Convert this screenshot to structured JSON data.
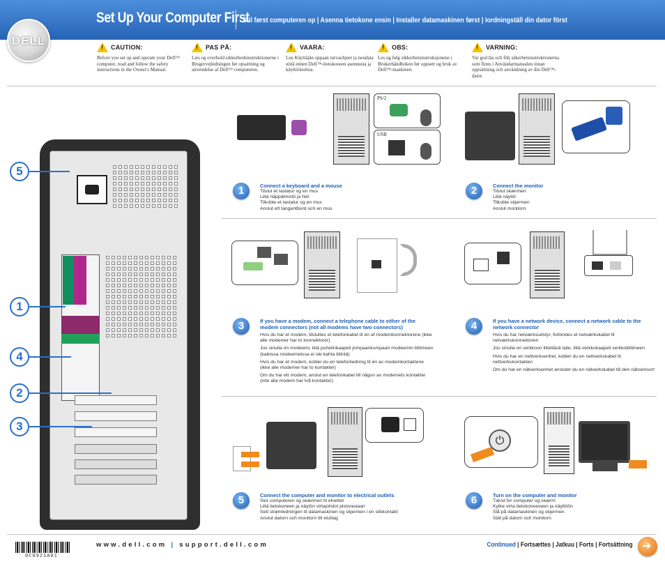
{
  "header": {
    "logo_text": "DELL",
    "title": "Set Up Your Computer First",
    "subtitle": "Stil først computeren op | Asenna tietokone ensin | Installer datamaskinen først | Iordningställ din dator först"
  },
  "cautions": [
    {
      "label": "CAUTION:",
      "body": "Before you set up and operate your Dell™ computer, read and follow the safety instructions in the Owner's Manual."
    },
    {
      "label": "PAS PÅ:",
      "body": "Læs og overhold sikkerhedsinstruktionerne i Brugervejledningen før opsætning og anvendelse af Dell™ computeren."
    },
    {
      "label": "VAARA:",
      "body": "Lue Käyttäjän oppaan turvaohjeet ja noudata niitä ennen Dell™-tietokoneen asennusta ja käyttöönottoa."
    },
    {
      "label": "OBS:",
      "body": "Les og følg sikkerhetsinstruksjonene i Brukerhåndboken før oppsett og bruk av Dell™-maskinen."
    },
    {
      "label": "VARNING:",
      "body": "Var god läs och följ säkerhetsinstruktionerna som finns i Användarmanualen innan uppsättning och användning av din Dell™-dator."
    }
  ],
  "callouts": [
    "5",
    "1",
    "4",
    "2",
    "3"
  ],
  "connector_labels": {
    "ps2": "PS/2",
    "usb": "USB"
  },
  "steps": [
    {
      "num": "1",
      "title": "Connect a keyboard and a mouse",
      "lines": [
        "Tilslut et tastatur og en mus",
        "Liitä näppäimistö ja hiiri",
        "Tilkoble et tastatur og en mus",
        "Anslut ett tangentbord och en mus"
      ]
    },
    {
      "num": "2",
      "title": "Connect the monitor",
      "lines": [
        "Tilslut skærmen",
        "Liitä näyttö",
        "Tilkoble skjermen",
        "Anslut monitorn"
      ]
    },
    {
      "num": "3",
      "title": "If you have a modem, connect a telephone cable to either of the modem connectors (not all modems have two connectors)",
      "lines": [
        "Hvis du har et modem, tilsluttes et telefonkabel til én af modemkonnektorene (ikke alle modemer har to konnektorer)",
        "Jos sinulla on modeemi, liitä puhelinkaapeli jompaankumpaan modeemin liittimeen (kaikissa modeemeissa ei ole kahta liitintä)",
        "Hvis du har et modem, kobler du en telefonledning til én av modemkontaktene (ikke alle modemer har to kontakter)",
        "Om du har ett modem, anslut en telefonkabel till någon av modemets kontakter (inte alla modem har två kontakter)"
      ]
    },
    {
      "num": "4",
      "title": "If you have a network device, connect a network cable to the network connector",
      "lines": [
        "Hvis du har netværksudstyr, forbindes et netværkskabel til netværkskonnektoren",
        "Jos sinulla on verkkoon liitettävä laite, liitä verkkokaapeli verkkoliittimeen",
        "Hvis du har en nettverksenhet, kobler du en nettverkskabel til nettverkskontakten",
        "Om du har en nätverksenhet ansluter du en nätverkskabel till den nätverksort"
      ]
    },
    {
      "num": "5",
      "title": "Connect the computer and monitor to electrical outlets",
      "lines": [
        "Slut computeren og skærmen til elnettet",
        "Liitä tietokoneen ja näytön virtajohdot pistorasiaan",
        "Sett strømledningen til datamaskinen og skjermen i en stikkontakt",
        "Anslut datorn och monitorn till eluttag"
      ]
    },
    {
      "num": "6",
      "title": "Turn on the computer and monitor",
      "lines": [
        "Tænd for computer og skærm",
        "Kytke virta tietokoneeseen ja näyttöön",
        "Slå på datamaskinen og skjermen",
        "Sätt på datorn och monitorn"
      ]
    }
  ],
  "footer": {
    "barcode_text": "0C0921A01",
    "site1": "www.dell.com",
    "separator": "|",
    "site2": "support.dell.com",
    "continued": "Continued",
    "continued_rest": " | Fortsættes | Jatkuu | Forts | Fortsättning"
  },
  "colors": {
    "header_blue": "#2f73c4",
    "accent_blue": "#1e5fb6",
    "arrow_orange": "#f08a1c",
    "warning_yellow": "#f3c300"
  }
}
